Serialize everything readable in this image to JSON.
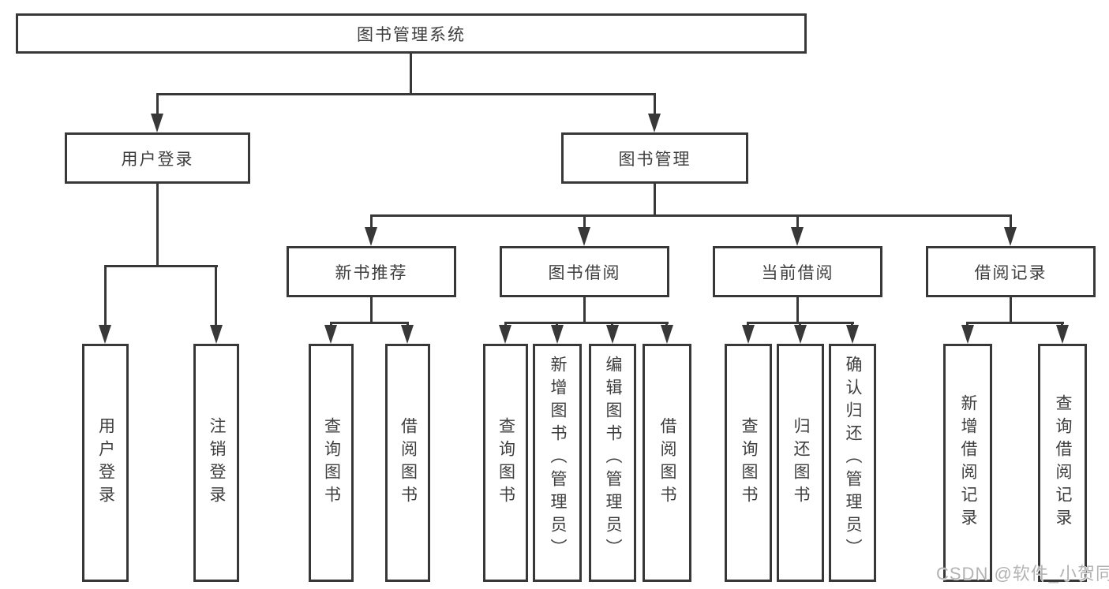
{
  "tree": {
    "root": {
      "label": "图书管理系统"
    },
    "branches": [
      {
        "label": "用户登录",
        "children": [
          {
            "label": "用户登录"
          },
          {
            "label": "注销登录"
          }
        ]
      },
      {
        "label": "图书管理",
        "children": [
          {
            "label": "新书推荐",
            "children": [
              {
                "label": "查询图书"
              },
              {
                "label": "借阅图书"
              }
            ]
          },
          {
            "label": "图书借阅",
            "children": [
              {
                "label": "查询图书"
              },
              {
                "label": "新增图书（管理员）"
              },
              {
                "label": "编辑图书（管理员）"
              },
              {
                "label": "借阅图书"
              }
            ]
          },
          {
            "label": "当前借阅",
            "children": [
              {
                "label": "查询图书"
              },
              {
                "label": "归还图书"
              },
              {
                "label": "确认归还（管理员）"
              }
            ]
          },
          {
            "label": "借阅记录",
            "children": [
              {
                "label": "新增借阅记录"
              },
              {
                "label": "查询借阅记录"
              }
            ]
          }
        ]
      }
    ]
  },
  "watermark": "CSDN @软件_小贺同学",
  "colors": {
    "line": "#383838",
    "text": "#3e3e3e",
    "watermark": "#b3b3b3",
    "background": "#ffffff"
  }
}
